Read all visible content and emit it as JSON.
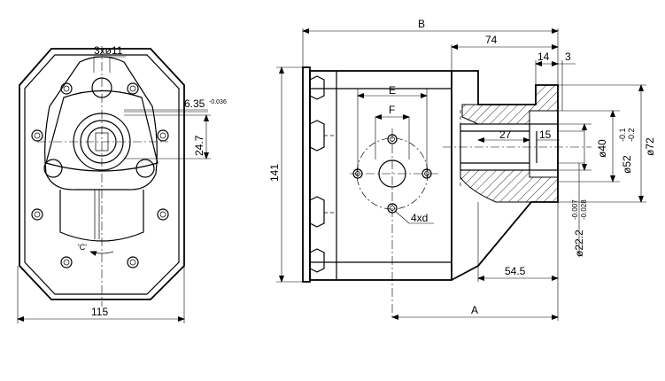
{
  "front_view": {
    "holes_label": "3xø11",
    "fit_main": "6.35",
    "fit_tol": "-0.036",
    "offset": "24.7",
    "rotation_mark": "'C'",
    "width": "115"
  },
  "side_view": {
    "overall_B": "B",
    "flange_74": "74",
    "dim_14": "14",
    "dim_3": "3",
    "port_E": "E",
    "port_F": "F",
    "height_141": "141",
    "thread_label": "4xd",
    "dim_27": "27",
    "dim_15": "15",
    "dia_40": "ø40",
    "dia_52_main": "ø52",
    "dia_52_tol_top": "-0.1",
    "dia_52_tol_bot": "-0.2",
    "dia_72": "ø72",
    "dia_22_main": "ø22.2",
    "dia_22_tol_top": "-0.007",
    "dia_22_tol_bot": "-0.028",
    "dim_54_5": "54.5",
    "dim_A": "A"
  }
}
